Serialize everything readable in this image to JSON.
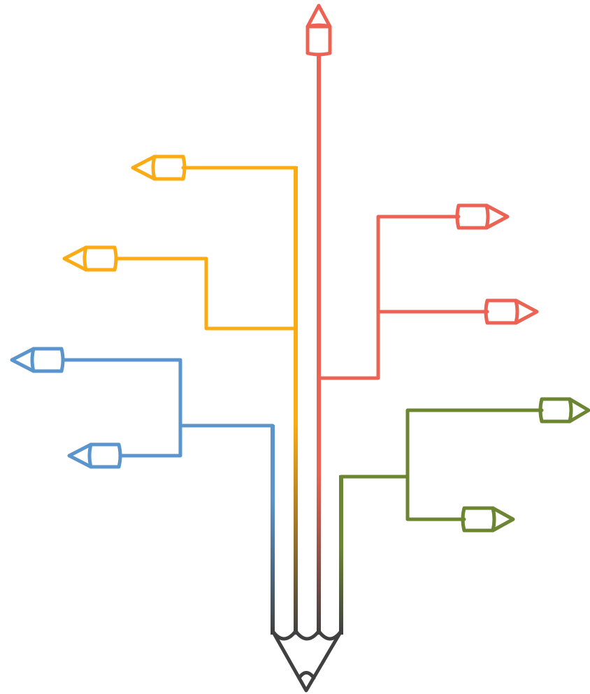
{
  "diagram": {
    "kind": "pencil-branch-infographic",
    "colors": {
      "red": "#ec6353",
      "yellow": "#fbab13",
      "blue": "#5b95cb",
      "green": "#6b8532",
      "pencil_body": "#404040",
      "background": "#ffffff"
    },
    "branches": [
      {
        "color": "red",
        "direction": "up",
        "tip_icon": "pencil-tip-icon"
      },
      {
        "color": "yellow",
        "direction": "left",
        "tip_icon": "pencil-tip-icon"
      },
      {
        "color": "yellow",
        "direction": "left",
        "tip_icon": "pencil-tip-icon"
      },
      {
        "color": "blue",
        "direction": "left",
        "tip_icon": "pencil-tip-icon"
      },
      {
        "color": "blue",
        "direction": "left",
        "tip_icon": "pencil-tip-icon"
      },
      {
        "color": "red",
        "direction": "right",
        "tip_icon": "pencil-tip-icon"
      },
      {
        "color": "red",
        "direction": "right",
        "tip_icon": "pencil-tip-icon"
      },
      {
        "color": "green",
        "direction": "right",
        "tip_icon": "pencil-tip-icon"
      },
      {
        "color": "green",
        "direction": "right",
        "tip_icon": "pencil-tip-icon"
      }
    ]
  }
}
